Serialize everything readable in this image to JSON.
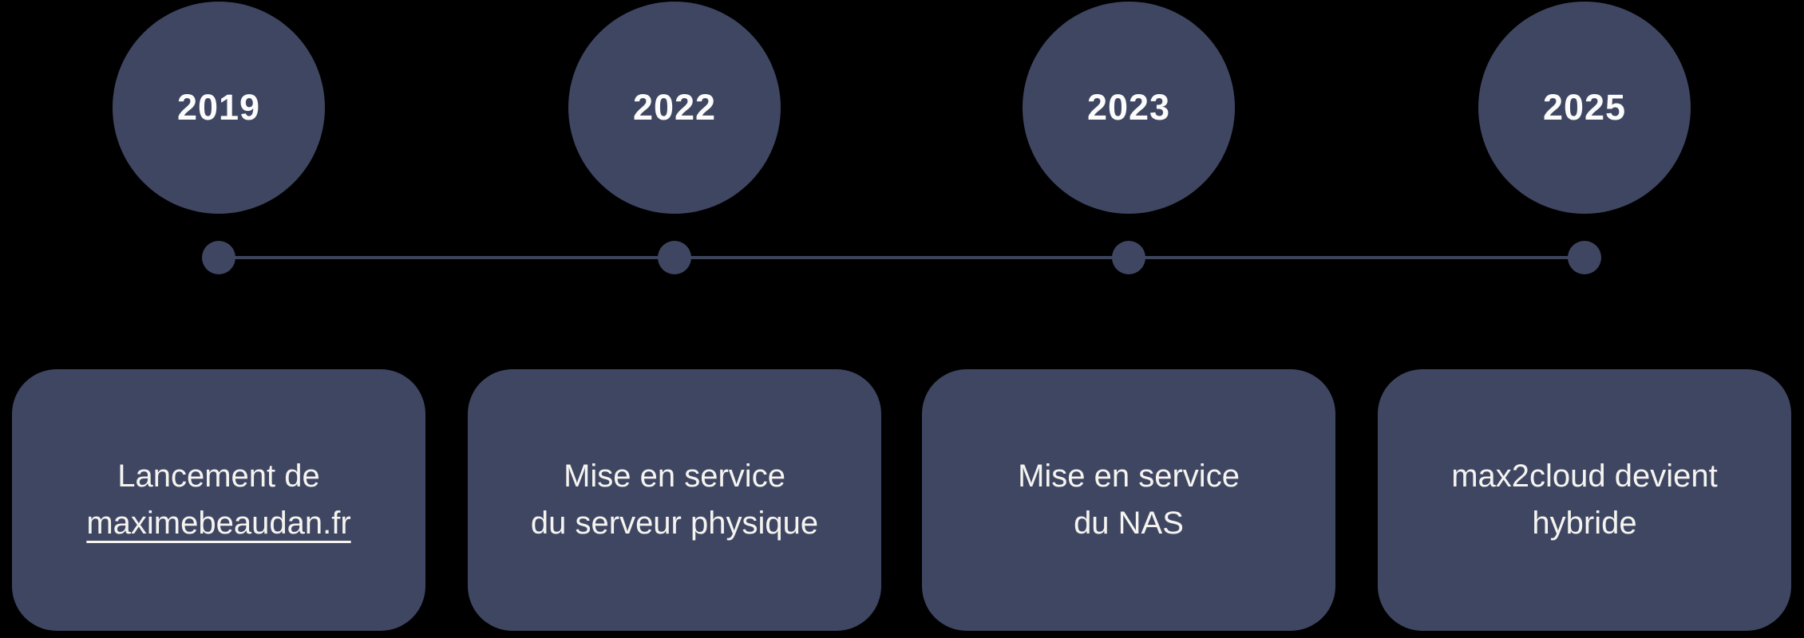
{
  "timeline": {
    "background_color": "#000000",
    "shape_color": "#3f4662",
    "axis_color": "#3c445c",
    "year_text_color": "#fcfcfc",
    "card_text_color": "#f5f4f0",
    "milestones": [
      {
        "year": "2019",
        "line1": "Lancement de",
        "line2": "maximebeaudan.fr",
        "line2_is_link": true
      },
      {
        "year": "2022",
        "line1": "Mise en service",
        "line2": "du serveur physique",
        "line2_is_link": false
      },
      {
        "year": "2023",
        "line1": "Mise en service",
        "line2": "du NAS",
        "line2_is_link": false
      },
      {
        "year": "2025",
        "line1": "max2cloud devient",
        "line2": "hybride",
        "line2_is_link": false
      }
    ]
  }
}
